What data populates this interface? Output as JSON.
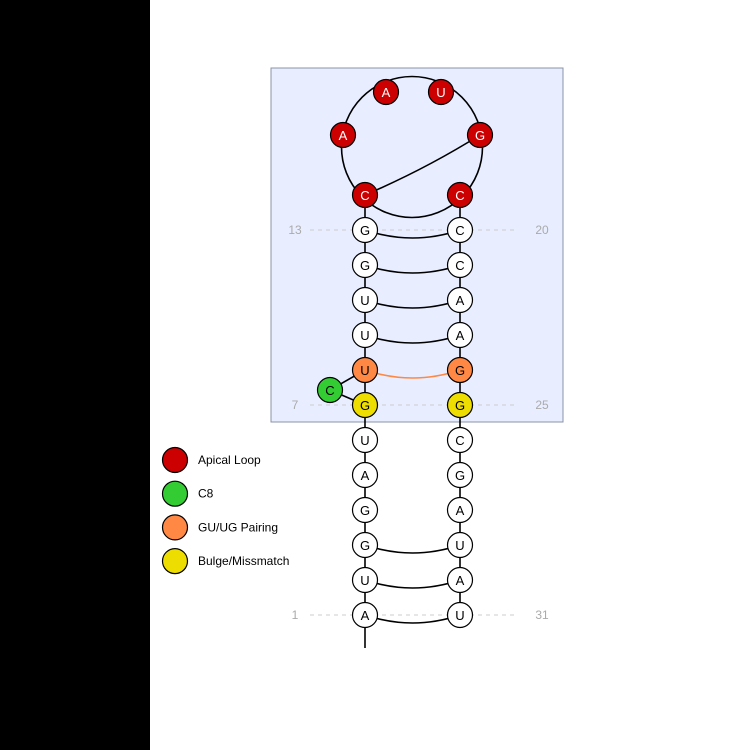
{
  "colors": {
    "apical_loop": "#cc0000",
    "c8": "#33cc33",
    "gu_pairing": "#ff8844",
    "bulge_mismatch": "#eedd00",
    "default": "#ffffff",
    "highlight_box": "#e8eeff",
    "highlight_border": "#8a93a8",
    "left_bar": "#000000"
  },
  "legend": [
    {
      "label": "Apical Loop",
      "color_key": "apical_loop"
    },
    {
      "label": "C8",
      "color_key": "c8"
    },
    {
      "label": "GU/UG Pairing",
      "color_key": "gu_pairing"
    },
    {
      "label": "Bulge/Missmatch",
      "color_key": "bulge_mismatch"
    }
  ],
  "position_labels": [
    {
      "text": "13",
      "row": "G13"
    },
    {
      "text": "20",
      "row": "C20"
    },
    {
      "text": "7",
      "row": "G7"
    },
    {
      "text": "25",
      "row": "G25"
    },
    {
      "text": "1",
      "row": "A1"
    },
    {
      "text": "31",
      "row": "U31"
    }
  ],
  "sequence": {
    "left_strand": [
      {
        "id": "A1",
        "base": "A",
        "category": "default"
      },
      {
        "id": "U2",
        "base": "U",
        "category": "default"
      },
      {
        "id": "G3",
        "base": "G",
        "category": "default"
      },
      {
        "id": "G4",
        "base": "G",
        "category": "default"
      },
      {
        "id": "A5",
        "base": "A",
        "category": "default"
      },
      {
        "id": "U6",
        "base": "U",
        "category": "default"
      },
      {
        "id": "G7",
        "base": "G",
        "category": "bulge_mismatch"
      },
      {
        "id": "U9",
        "base": "U",
        "category": "gu_pairing"
      },
      {
        "id": "U10",
        "base": "U",
        "category": "default"
      },
      {
        "id": "U11",
        "base": "U",
        "category": "default"
      },
      {
        "id": "G12",
        "base": "G",
        "category": "default"
      },
      {
        "id": "G13",
        "base": "G",
        "category": "default"
      },
      {
        "id": "C14",
        "base": "C",
        "category": "apical_loop"
      }
    ],
    "bulge": {
      "id": "C8",
      "base": "C",
      "category": "c8"
    },
    "loop": [
      {
        "id": "A15",
        "base": "A",
        "category": "apical_loop"
      },
      {
        "id": "A16",
        "base": "A",
        "category": "apical_loop"
      },
      {
        "id": "U17",
        "base": "U",
        "category": "apical_loop"
      },
      {
        "id": "G18",
        "base": "G",
        "category": "apical_loop"
      }
    ],
    "right_strand": [
      {
        "id": "C19",
        "base": "C",
        "category": "apical_loop"
      },
      {
        "id": "C20",
        "base": "C",
        "category": "default"
      },
      {
        "id": "C21",
        "base": "C",
        "category": "default"
      },
      {
        "id": "A22",
        "base": "A",
        "category": "default"
      },
      {
        "id": "A23",
        "base": "A",
        "category": "default"
      },
      {
        "id": "G24",
        "base": "G",
        "category": "gu_pairing"
      },
      {
        "id": "G25",
        "base": "G",
        "category": "bulge_mismatch"
      },
      {
        "id": "C26",
        "base": "C",
        "category": "default"
      },
      {
        "id": "G27",
        "base": "G",
        "category": "default"
      },
      {
        "id": "A28",
        "base": "A",
        "category": "default"
      },
      {
        "id": "U29",
        "base": "U",
        "category": "default"
      },
      {
        "id": "A30",
        "base": "A",
        "category": "default"
      },
      {
        "id": "U31",
        "base": "U",
        "category": "default"
      }
    ],
    "base_pairs": [
      {
        "a": "A1",
        "b": "U31",
        "type": "canonical"
      },
      {
        "a": "U2",
        "b": "A30",
        "type": "canonical"
      },
      {
        "a": "G3",
        "b": "U29",
        "type": "canonical"
      },
      {
        "a": "U9",
        "b": "G24",
        "type": "gu_pairing"
      },
      {
        "a": "U10",
        "b": "A23",
        "type": "canonical"
      },
      {
        "a": "U11",
        "b": "A22",
        "type": "canonical"
      },
      {
        "a": "G12",
        "b": "C21",
        "type": "canonical"
      },
      {
        "a": "G13",
        "b": "C20",
        "type": "canonical"
      },
      {
        "a": "C14",
        "b": "G18",
        "type": "canonical"
      }
    ]
  }
}
